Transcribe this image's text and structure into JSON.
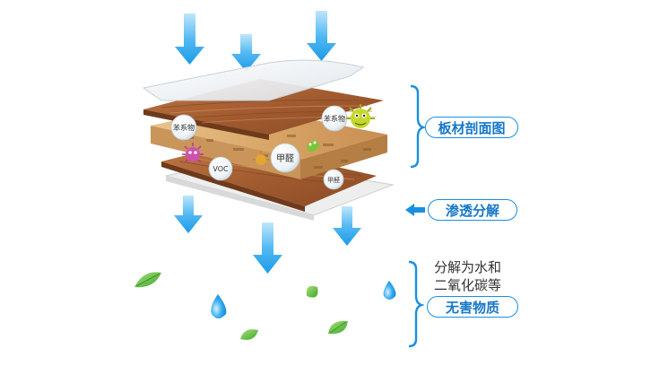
{
  "labels": {
    "board_section": "板材剖面图",
    "penetrate": "渗透分解",
    "result_line1": "分解为水和",
    "result_line2": "二氧化碳等",
    "harmless": "无害物质"
  },
  "bubbles": {
    "benzene_top": "苯系物",
    "benzene_left": "苯系物",
    "formaldehyde": "甲醛",
    "voc": "VOC",
    "formaldehyde_small": "甲醛"
  },
  "colors": {
    "arrow": "#2aa6f0",
    "accent": "#1a8fe0",
    "wood": "#b06a3c",
    "leaf": "#5cbf3a",
    "water": "#1f9be8"
  },
  "icons": [
    "down-arrow-icon",
    "left-arrow-icon",
    "bracket-icon",
    "leaf-icon",
    "water-drop-icon",
    "germ-icon"
  ]
}
